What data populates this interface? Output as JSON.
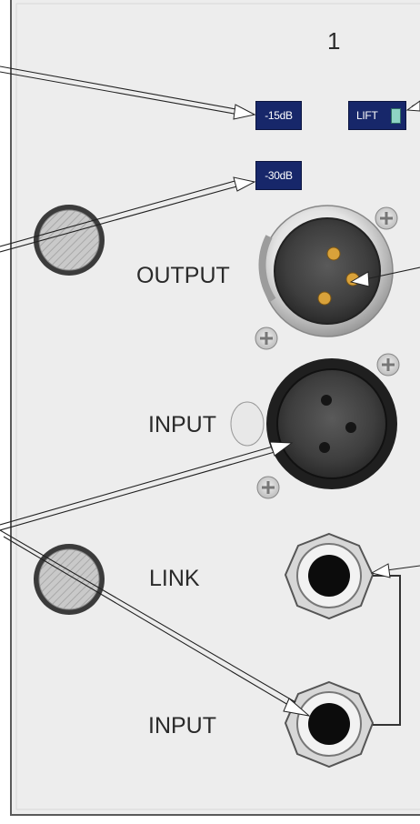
{
  "panel": {
    "channel_number": "1",
    "background_color": "#ededed",
    "border_color": "#555555"
  },
  "buttons": {
    "pad_15": "-15dB",
    "pad_30": "-30dB",
    "lift": "LIFT",
    "button_color": "#17276a"
  },
  "labels": {
    "output": "OUTPUT",
    "input_xlr": "INPUT",
    "link": "LINK",
    "input_jack": "INPUT"
  },
  "connectors": {
    "output": "xlr-male-connector",
    "input": "xlr-female-connector",
    "link": "quarter-inch-jack",
    "input_jack": "quarter-inch-jack",
    "pin_color": "#d9a23a"
  }
}
